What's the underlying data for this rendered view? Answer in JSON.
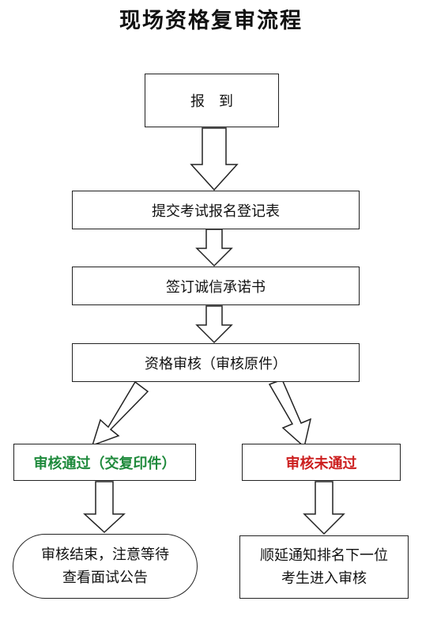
{
  "title": "现场资格复审流程",
  "steps": {
    "register": "报　到",
    "submit_form": "提交考试报名登记表",
    "sign_pledge": "签订诚信承诺书",
    "review": "资格审核（审核原件）",
    "pass": "审核通过（交复印件）",
    "fail": "审核未通过"
  },
  "outcomes": {
    "end_line1": "审核结束，注意等待",
    "end_line2": "查看面试公告",
    "next_line1": "顺延通知排名下一位",
    "next_line2": "考生进入审核"
  },
  "colors": {
    "pass": "#1f8a3c",
    "fail": "#cc1f1f",
    "stroke": "#222222"
  }
}
